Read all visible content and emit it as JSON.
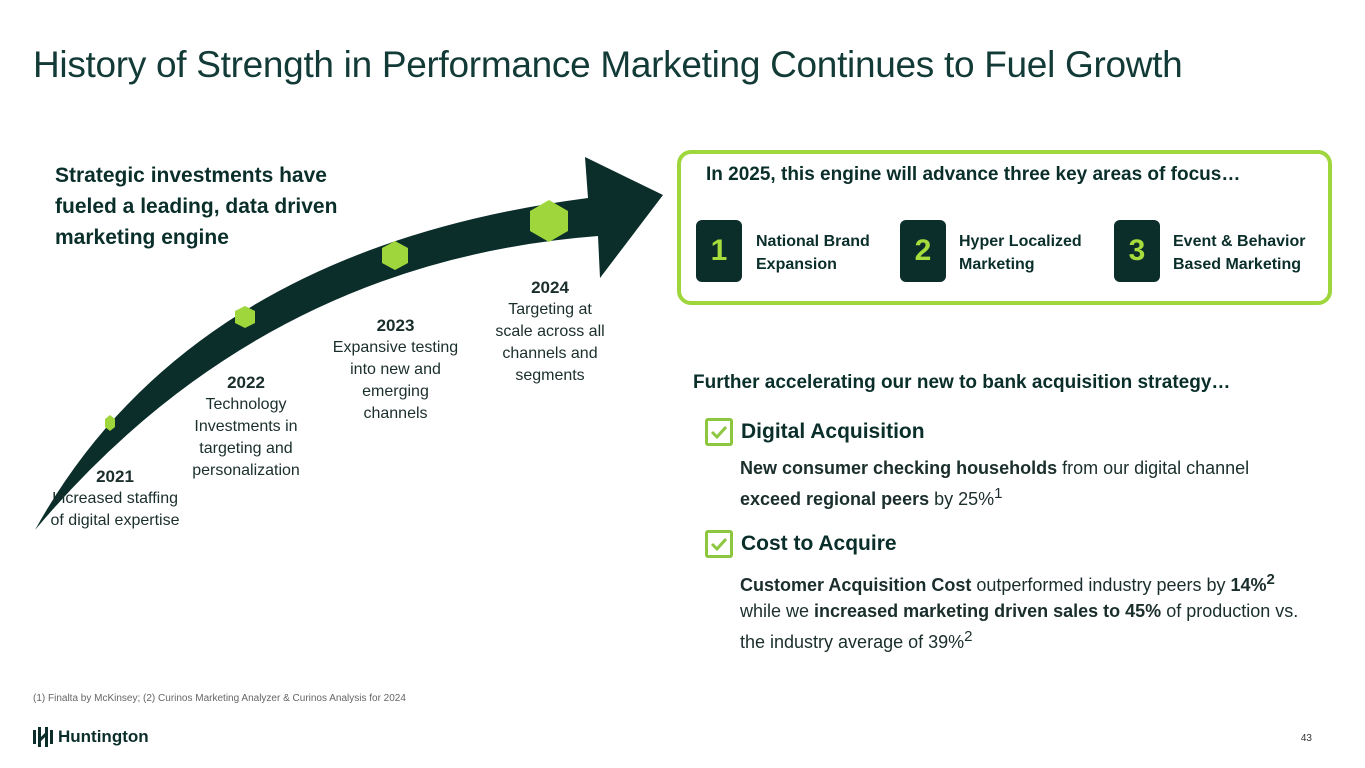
{
  "title": "History of Strength in Performance Marketing Continues to Fuel Growth",
  "lead": "Strategic investments have fueled a leading, data driven marketing engine",
  "milestones": [
    {
      "year": "2021",
      "text": "Increased staffing of digital expertise"
    },
    {
      "year": "2022",
      "text": "Technology Investments in targeting and personalization"
    },
    {
      "year": "2023",
      "text": "Expansive testing into new and emerging channels"
    },
    {
      "year": "2024",
      "text": "Targeting at scale across all channels and segments"
    }
  ],
  "focus": {
    "title": "In 2025, this engine will advance three key areas of focus…",
    "items": [
      {
        "num": "1",
        "label": "National Brand Expansion"
      },
      {
        "num": "2",
        "label": "Hyper Localized Marketing"
      },
      {
        "num": "3",
        "label": "Event & Behavior Based Marketing"
      }
    ]
  },
  "further": "Further accelerating our new to bank acquisition strategy…",
  "points": [
    {
      "heading": "Digital Acquisition",
      "b1": "New consumer checking households",
      "t1": " from our digital channel ",
      "b2": "exceed regional peers",
      "t2": " by 25%",
      "sup": "1"
    },
    {
      "heading": "Cost to Acquire",
      "b1": "Customer Acquisition Cost",
      "t1": " outperformed industry peers by ",
      "b2": "14%",
      "sup2": "2",
      "t2": " while we ",
      "b3": "increased marketing driven sales to 45%",
      "t3": " of production vs. the industry average of 39%",
      "sup": "2"
    }
  ],
  "footnote": "(1) Finalta by McKinsey; (2) Curinos Marketing Analyzer & Curinos Analysis for 2024",
  "brand": "Huntington",
  "page": "43",
  "colors": {
    "dark": "#0b2e2a",
    "lime": "#9ed63c"
  }
}
